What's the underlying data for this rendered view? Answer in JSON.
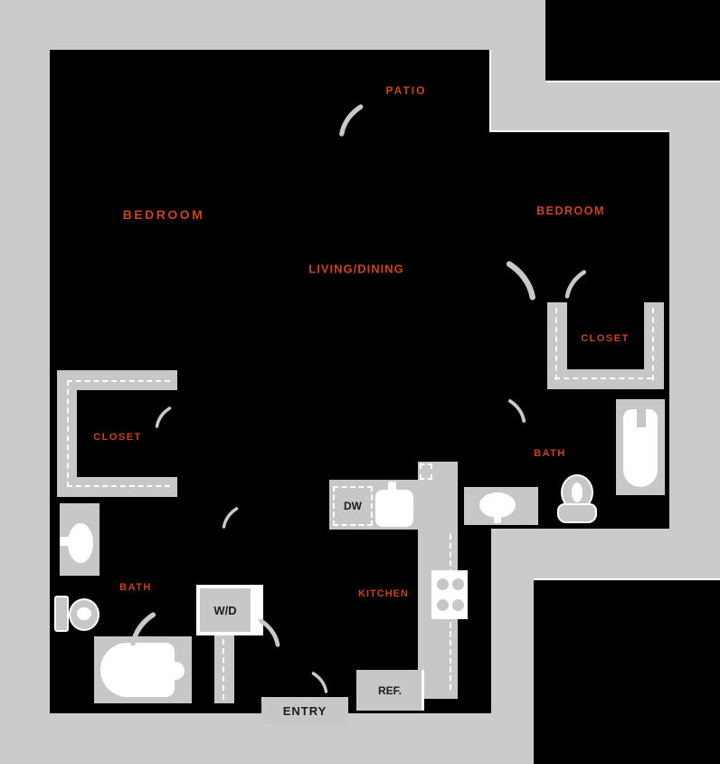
{
  "labels": {
    "patio": "PATIO",
    "bedroom_left": "BEDROOM",
    "bedroom_right": "BEDROOM",
    "living_dining": "LIVING/DINING",
    "closet_left": "CLOSET",
    "closet_right": "CLOSET",
    "bath_left": "BATH",
    "bath_right": "BATH",
    "kitchen": "KITCHEN",
    "dishwasher": "DW",
    "washer_dryer": "W/D",
    "refrigerator": "REF.",
    "entry": "ENTRY"
  },
  "colors": {
    "bg": "#cbcbcb",
    "floor": "#000000",
    "fixture": "#c7c7c7",
    "accent": "#c8441c",
    "ink": "#1c1c1c",
    "white": "#ffffff"
  }
}
